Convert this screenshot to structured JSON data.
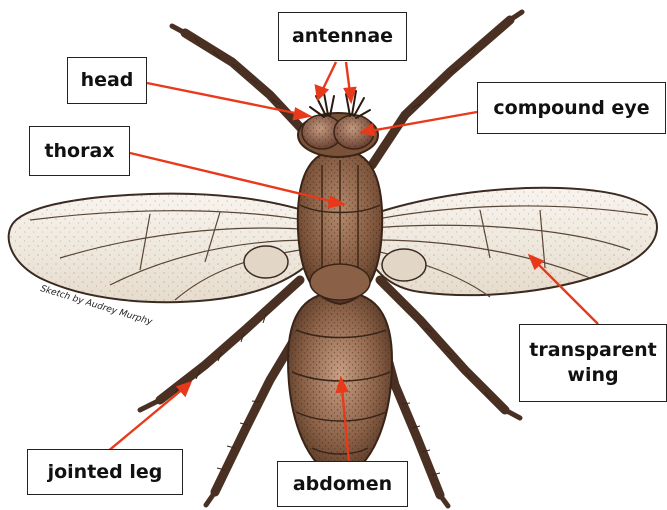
{
  "labels": {
    "antennae": "antennae",
    "head": "head",
    "compound_eye": "compound eye",
    "thorax": "thorax",
    "transparent_wing_line1": "transparent",
    "transparent_wing_line2": "wing",
    "jointed_leg": "jointed leg",
    "abdomen": "abdomen"
  },
  "credit": "Sketch by Audrey Murphy",
  "colors": {
    "arrow": "#e8391b",
    "body_dark": "#5a3a26",
    "body_mid": "#8a6046",
    "body_light": "#c79f82",
    "wing_fill": "#f3ede4",
    "wing_edge": "#3a2a20",
    "leg": "#4a3022"
  }
}
